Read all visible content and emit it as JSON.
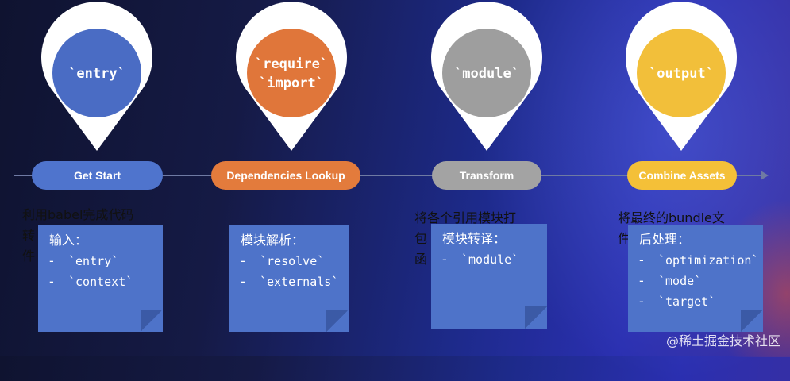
{
  "stages": [
    {
      "pin_lines": [
        "`entry`"
      ],
      "pin_color": "#4a6cc4",
      "pill": "Get Start",
      "pill_color": "#4f74cd",
      "under_text": [
        "利用babel完成代码",
        "转",
        "件"
      ],
      "note_title": "输入：",
      "note_items": [
        "`entry`",
        "`context`"
      ]
    },
    {
      "pin_lines": [
        "`require`",
        "`import`"
      ],
      "pin_color": "#e0763a",
      "pill": "Dependencies Lookup",
      "pill_color": "#e37b3c",
      "under_text": [],
      "note_title": "模块解析：",
      "note_items": [
        "`resolve`",
        "`externals`"
      ]
    },
    {
      "pin_lines": [
        "`module`"
      ],
      "pin_color": "#9e9e9e",
      "pill": "Transform",
      "pill_color": "#a3a3a3",
      "under_text": [
        "将各个引用模块打",
        "包",
        "函"
      ],
      "note_title": "模块转译：",
      "note_items": [
        "`module`"
      ]
    },
    {
      "pin_lines": [
        "`output`"
      ],
      "pin_color": "#f2bf3a",
      "pill": "Combine Assets",
      "pill_color": "#f4c038",
      "under_text": [
        "将最终的bundle文",
        "件"
      ],
      "note_title": "后处理：",
      "note_items": [
        "`optimization`",
        "`mode`",
        "`target`"
      ]
    }
  ],
  "watermark": "@稀土掘金技术社区"
}
